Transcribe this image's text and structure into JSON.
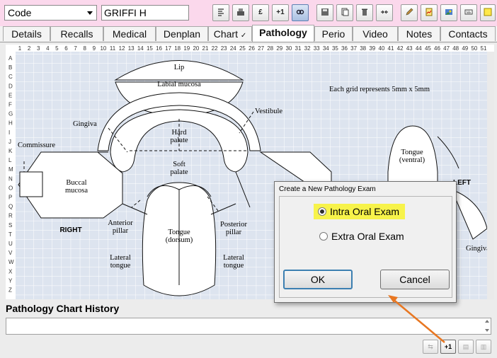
{
  "toolbar": {
    "code_select": "Code",
    "patient_name": "GRIFFI H",
    "plus_one_label": "+1"
  },
  "tabs": [
    {
      "label": "Details"
    },
    {
      "label": "Recalls"
    },
    {
      "label": "Medical"
    },
    {
      "label": "Denplan"
    },
    {
      "label": "Chart"
    },
    {
      "label": "Pathology"
    },
    {
      "label": "Perio"
    },
    {
      "label": "Video"
    },
    {
      "label": "Notes"
    },
    {
      "label": "Contacts"
    }
  ],
  "active_tab": "Pathology",
  "chart": {
    "grid_note": "Each grid represents 5mm x 5mm",
    "col_numbers": [
      "1",
      "2",
      "3",
      "4",
      "5",
      "6",
      "7",
      "8",
      "9",
      "10",
      "11",
      "12",
      "13",
      "14",
      "15",
      "16",
      "17",
      "18",
      "19",
      "20",
      "21",
      "22",
      "23",
      "24",
      "25",
      "26",
      "27",
      "28",
      "29",
      "30",
      "31",
      "32",
      "33",
      "34",
      "35",
      "36",
      "37",
      "38",
      "39",
      "40",
      "41",
      "42",
      "43",
      "44",
      "45",
      "46",
      "47",
      "48",
      "49",
      "50",
      "51"
    ],
    "row_letters": [
      "A",
      "B",
      "C",
      "D",
      "E",
      "F",
      "G",
      "H",
      "I",
      "J",
      "K",
      "L",
      "M",
      "N",
      "O",
      "P",
      "Q",
      "R",
      "S",
      "T",
      "U",
      "V",
      "W",
      "X",
      "Y",
      "Z"
    ],
    "labels": {
      "lip": "Lip",
      "labial_mucosa": "Labial mucosa",
      "vestibule": "Vestibule",
      "gingiva": "Gingiva",
      "commissure": "Commissure",
      "hard_palate_1": "Hard",
      "hard_palate_2": "palate",
      "soft_palate_1": "Soft",
      "soft_palate_2": "palate",
      "buccal_1": "Buccal",
      "buccal_2": "mucosa",
      "right": "RIGHT",
      "anterior_pillar_1": "Anterior",
      "anterior_pillar_2": "pillar",
      "posterior_pillar_1": "Posterior",
      "posterior_pillar_2": "pillar",
      "tongue_dorsum_1": "Tongue",
      "tongue_dorsum_2": "(dorsum)",
      "lateral_tongue_left_1": "Lateral",
      "lateral_tongue_left_2": "tongue",
      "lateral_tongue_right_1": "Lateral",
      "lateral_tongue_right_2": "tongue",
      "tongue_ventral_1": "Tongue",
      "tongue_ventral_2": "(ventral)",
      "left": "LEFT",
      "gingiva_right": "Gingiva"
    }
  },
  "history": {
    "title": "Pathology Chart History"
  },
  "history_buttons": {
    "add_label": "+1"
  },
  "dialog": {
    "title": "Create a New Pathology Exam",
    "option_intra": "Intra Oral Exam",
    "option_extra": "Extra Oral Exam",
    "selected": "Intra Oral Exam",
    "ok_label": "OK",
    "cancel_label": "Cancel"
  },
  "colors": {
    "toolbar_bg": "#fbd8ec",
    "highlight": "#f7f34a",
    "arrow": "#e87722",
    "grid_bg": "#dde4ef"
  }
}
